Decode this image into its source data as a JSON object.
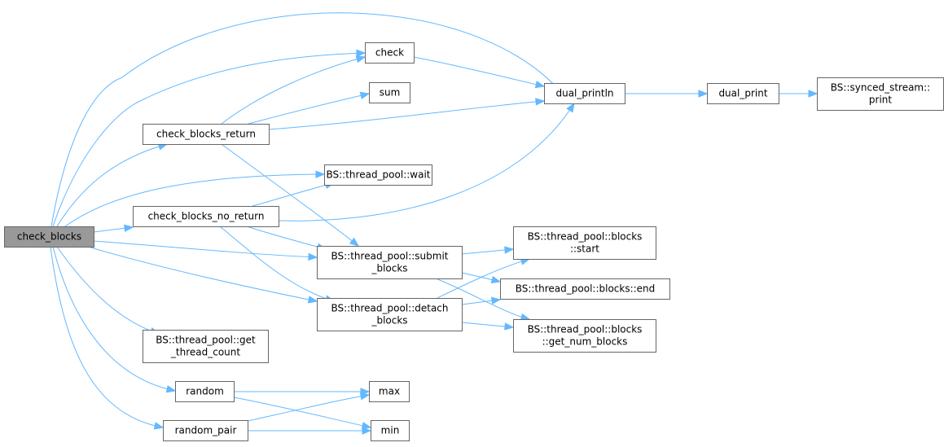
{
  "diagram": {
    "type": "call-graph",
    "colors": {
      "edge": "#63b8ff",
      "root_fill": "#999999",
      "node_fill": "#ffffff",
      "node_border": "#666666"
    },
    "nodes": [
      {
        "id": "check_blocks",
        "lines": [
          "check_blocks"
        ],
        "root": true
      },
      {
        "id": "check",
        "lines": [
          "check"
        ]
      },
      {
        "id": "sum",
        "lines": [
          "sum"
        ]
      },
      {
        "id": "check_blocks_return",
        "lines": [
          "check_blocks_return"
        ]
      },
      {
        "id": "wait",
        "lines": [
          "BS::thread_pool::wait"
        ]
      },
      {
        "id": "check_blocks_no_return",
        "lines": [
          "check_blocks_no_return"
        ]
      },
      {
        "id": "submit_blocks",
        "lines": [
          "BS::thread_pool::submit",
          "_blocks"
        ]
      },
      {
        "id": "detach_blocks",
        "lines": [
          "BS::thread_pool::detach",
          "_blocks"
        ]
      },
      {
        "id": "get_thread_count",
        "lines": [
          "BS::thread_pool::get",
          "_thread_count"
        ]
      },
      {
        "id": "random",
        "lines": [
          "random"
        ]
      },
      {
        "id": "random_pair",
        "lines": [
          "random_pair"
        ]
      },
      {
        "id": "max",
        "lines": [
          "max"
        ]
      },
      {
        "id": "min",
        "lines": [
          "min"
        ]
      },
      {
        "id": "dual_println",
        "lines": [
          "dual_println"
        ]
      },
      {
        "id": "dual_print",
        "lines": [
          "dual_print"
        ]
      },
      {
        "id": "synced_print",
        "lines": [
          "BS::synced_stream::",
          "print"
        ]
      },
      {
        "id": "blocks_start",
        "lines": [
          "BS::thread_pool::blocks",
          "::start"
        ]
      },
      {
        "id": "blocks_end",
        "lines": [
          "BS::thread_pool::blocks::end"
        ]
      },
      {
        "id": "get_num_blocks",
        "lines": [
          "BS::thread_pool::blocks",
          "::get_num_blocks"
        ]
      }
    ],
    "edges": [
      {
        "from": "check_blocks",
        "to": "dual_println"
      },
      {
        "from": "check_blocks",
        "to": "check"
      },
      {
        "from": "check_blocks",
        "to": "check_blocks_return"
      },
      {
        "from": "check_blocks",
        "to": "wait"
      },
      {
        "from": "check_blocks",
        "to": "check_blocks_no_return"
      },
      {
        "from": "check_blocks",
        "to": "submit_blocks"
      },
      {
        "from": "check_blocks",
        "to": "detach_blocks"
      },
      {
        "from": "check_blocks",
        "to": "get_thread_count"
      },
      {
        "from": "check_blocks",
        "to": "random"
      },
      {
        "from": "check_blocks",
        "to": "random_pair"
      },
      {
        "from": "check_blocks_return",
        "to": "check"
      },
      {
        "from": "check_blocks_return",
        "to": "sum"
      },
      {
        "from": "check_blocks_return",
        "to": "dual_println"
      },
      {
        "from": "check_blocks_return",
        "to": "submit_blocks"
      },
      {
        "from": "check_blocks_no_return",
        "to": "wait"
      },
      {
        "from": "check_blocks_no_return",
        "to": "dual_println"
      },
      {
        "from": "check_blocks_no_return",
        "to": "submit_blocks"
      },
      {
        "from": "check_blocks_no_return",
        "to": "detach_blocks"
      },
      {
        "from": "check",
        "to": "dual_println"
      },
      {
        "from": "dual_println",
        "to": "dual_print"
      },
      {
        "from": "dual_print",
        "to": "synced_print"
      },
      {
        "from": "submit_blocks",
        "to": "blocks_start"
      },
      {
        "from": "submit_blocks",
        "to": "blocks_end"
      },
      {
        "from": "submit_blocks",
        "to": "get_num_blocks"
      },
      {
        "from": "detach_blocks",
        "to": "blocks_start"
      },
      {
        "from": "detach_blocks",
        "to": "blocks_end"
      },
      {
        "from": "detach_blocks",
        "to": "get_num_blocks"
      },
      {
        "from": "random",
        "to": "max"
      },
      {
        "from": "random",
        "to": "min"
      },
      {
        "from": "random_pair",
        "to": "max"
      },
      {
        "from": "random_pair",
        "to": "min"
      }
    ]
  }
}
